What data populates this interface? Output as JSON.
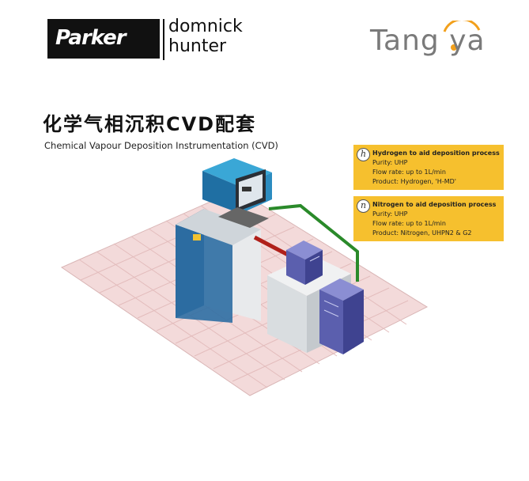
{
  "logos": {
    "parker": "Parker",
    "dh_line1": "domnick",
    "dh_line2": "hunter",
    "tangya": "Tang ya"
  },
  "title": {
    "cn": "化学气相沉积CVD配套",
    "en": "Chemical Vapour Deposition Instrumentation (CVD)"
  },
  "panels": [
    {
      "badge": "h",
      "lines": [
        "Hydrogen to aid deposition process",
        "Purity: UHP",
        "Flow rate: up to 1L/min",
        "Product: Hydrogen, 'H-MD'"
      ]
    },
    {
      "badge": "n",
      "lines": [
        "Nitrogen to aid deposition process",
        "Purity: UHP",
        "Flow rate: up to 1L/min",
        "Product: Nitrogen, UHPN2 & G2"
      ]
    }
  ],
  "colors": {
    "panel": "#f6c02e",
    "floor": "#f3dada",
    "machine_blue": "#1f5f8e",
    "generator_purple": "#4a4f9a",
    "pipe_green": "#2a8a2a",
    "pipe_red": "#b0201a"
  }
}
